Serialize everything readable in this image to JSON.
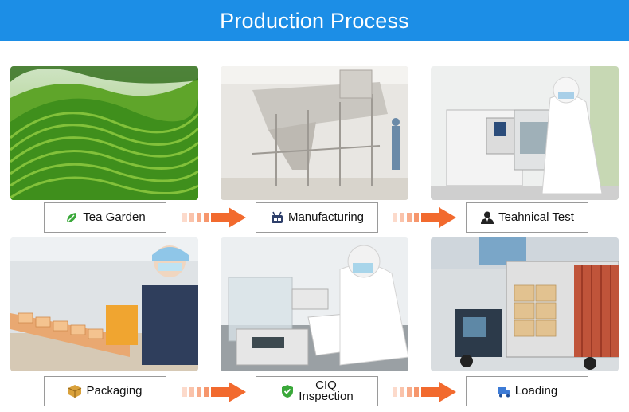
{
  "header": {
    "title": "Production Process"
  },
  "steps": [
    {
      "label": "Tea Garden",
      "icon": "leaf-icon"
    },
    {
      "label": "Manufacturing",
      "icon": "machine-icon"
    },
    {
      "label": "Teahnical Test",
      "icon": "technician-icon"
    },
    {
      "label": "Packaging",
      "icon": "box-icon"
    },
    {
      "label": "CIQ",
      "label2": "Inspection",
      "icon": "shield-check-icon"
    },
    {
      "label": "Loading",
      "icon": "truck-icon"
    }
  ],
  "colors": {
    "header_bg": "#1c8ee6",
    "arrow": "#f26a2e",
    "icon_green": "#3aa83a",
    "icon_navy": "#2e3f6a"
  }
}
